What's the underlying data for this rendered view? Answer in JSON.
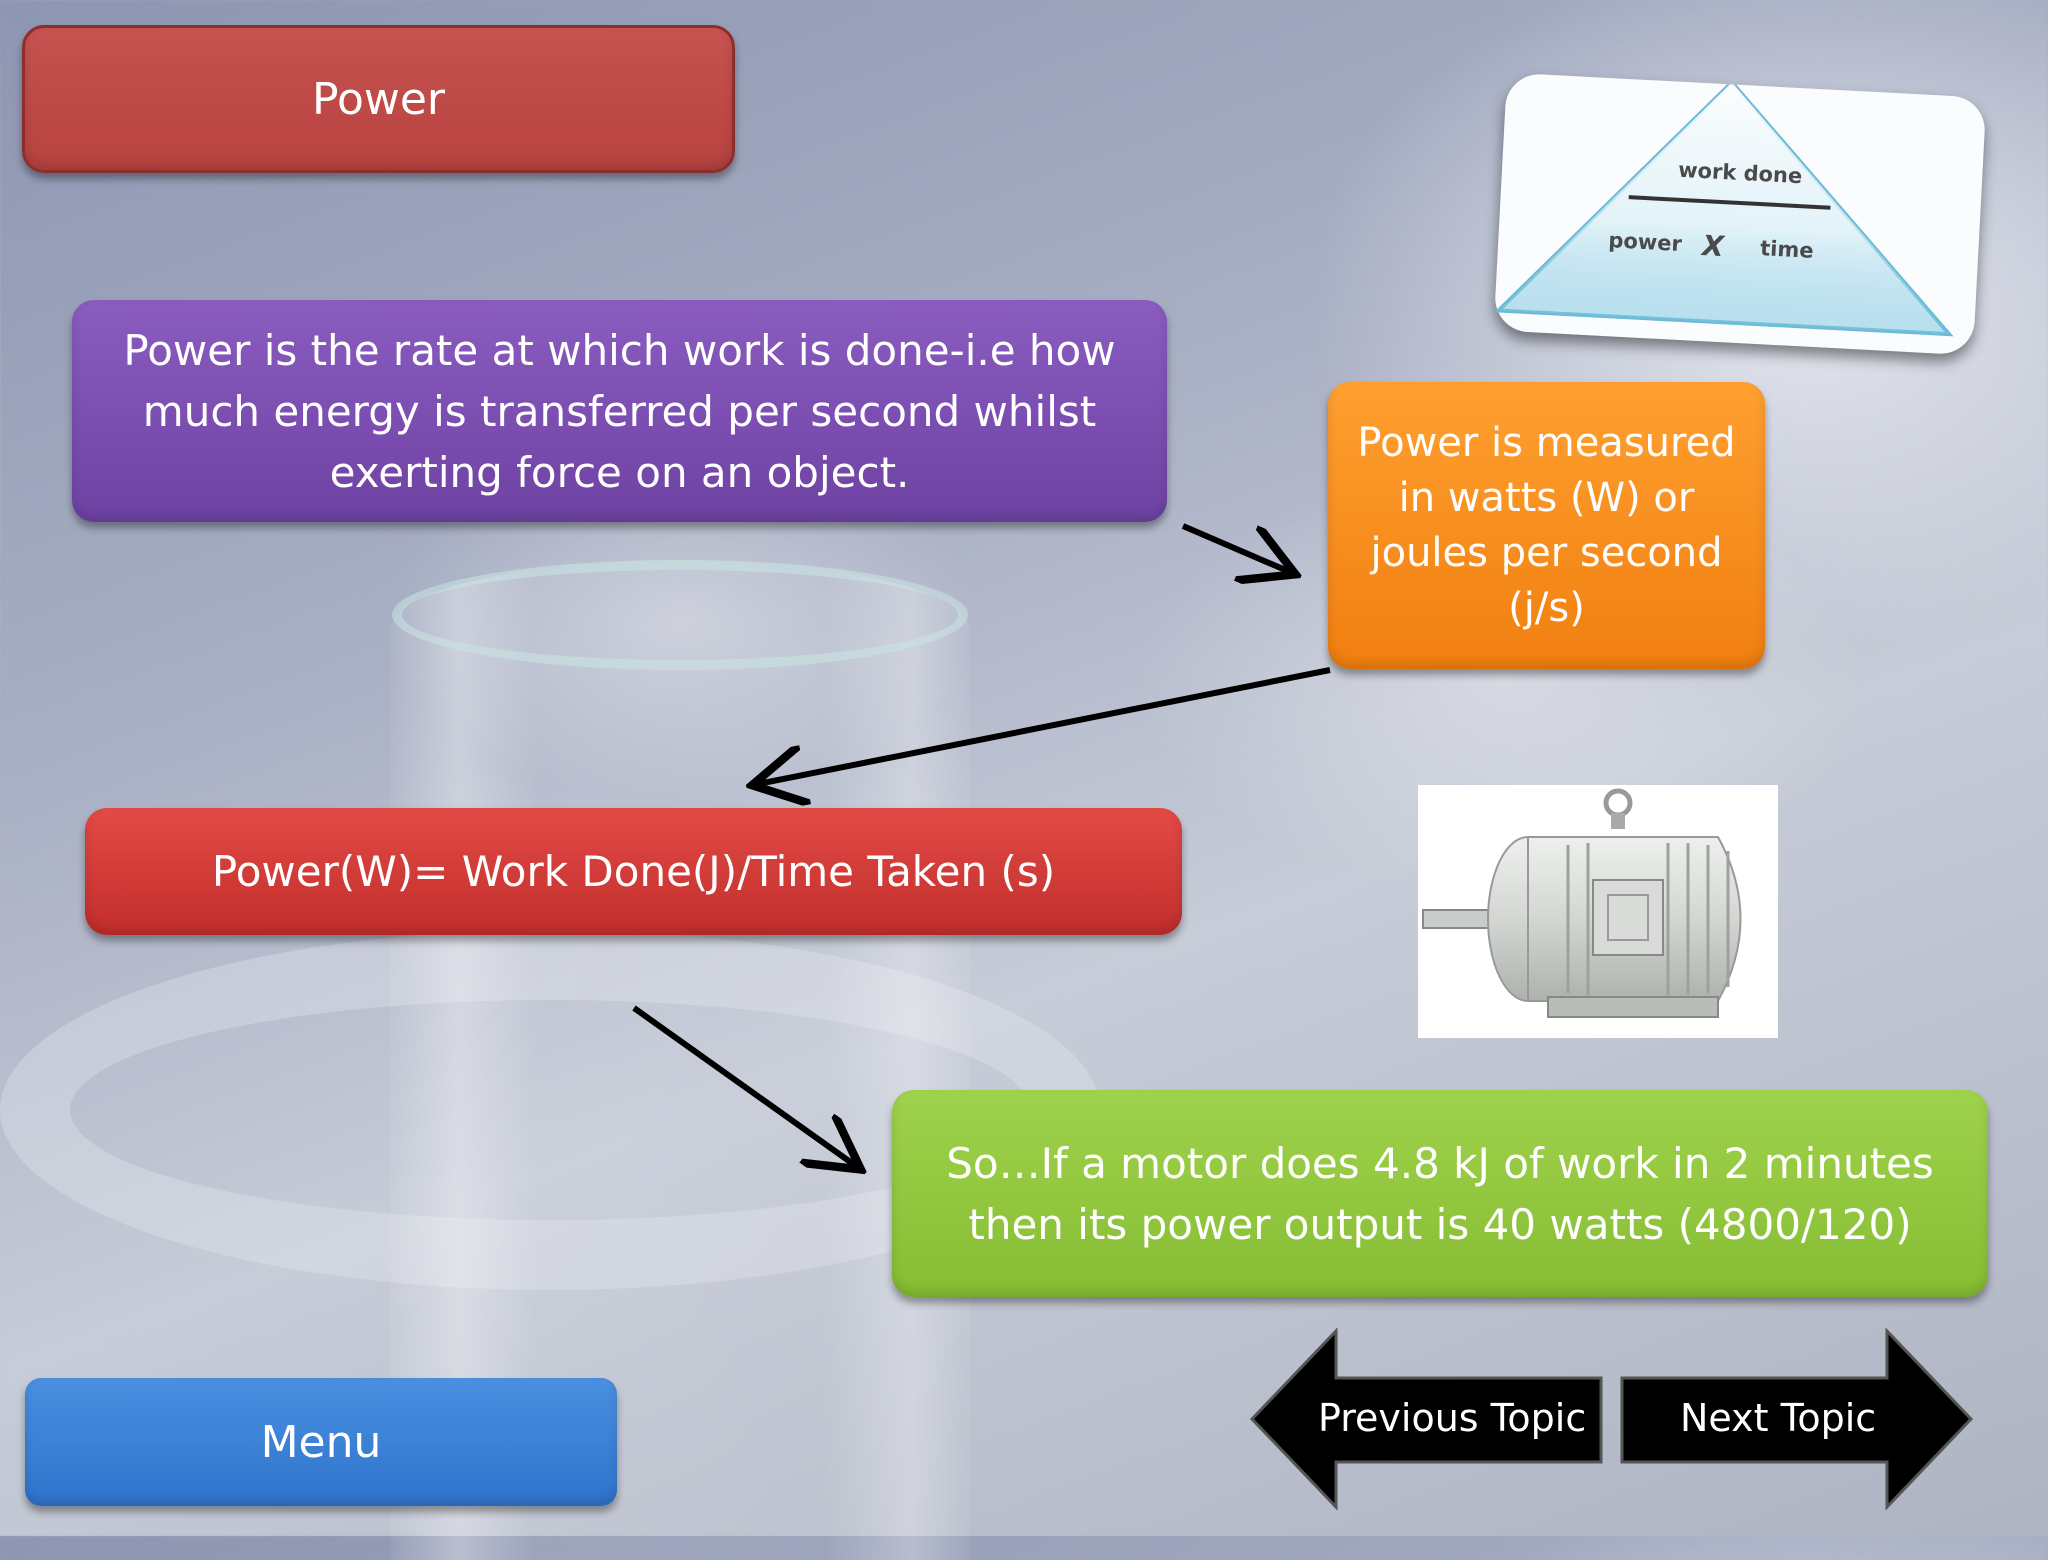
{
  "slide": {
    "title": "Power",
    "definition": "Power is the rate at which work is done-i.e how much energy is transferred per second whilst exerting force on an object.",
    "units": "Power is measured in watts (W) or joules per second (j/s)",
    "formula": "Power(W)= Work Done(J)/Time Taken (s)",
    "example": "So…If a motor does 4.8 kJ of work in 2 minutes then its power output is 40 watts (4800/120)"
  },
  "triangle": {
    "top": "work done",
    "left": "power",
    "mid": "X",
    "right": "time"
  },
  "nav": {
    "menu": "Menu",
    "previous": "Previous Topic",
    "next": "Next Topic"
  },
  "colors": {
    "title": "#c0504d",
    "definition": "#7c4fb3",
    "units": "#f79020",
    "formula": "#d63b38",
    "example": "#92c83e",
    "menu": "#3a80d6",
    "nav": "#000000"
  },
  "icons": [
    "motor-image",
    "formula-triangle-image",
    "arrow-left-icon",
    "arrow-right-icon"
  ]
}
